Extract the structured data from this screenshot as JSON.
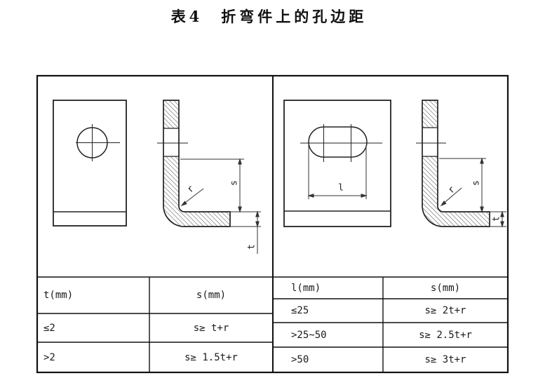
{
  "title": "表4　折弯件上的孔边距",
  "left_panel": {
    "dims": {
      "s": "s",
      "r": "r",
      "t": "t"
    },
    "table": {
      "col1_header": "t(mm)",
      "col2_header": "s(mm)",
      "rows": [
        {
          "c1": "≤2",
          "c2": "s≥ t+r"
        },
        {
          "c1": ">2",
          "c2": "s≥ 1.5t+r"
        }
      ]
    }
  },
  "right_panel": {
    "dims": {
      "l": "l",
      "s": "s",
      "r": "r",
      "t": "t"
    },
    "table": {
      "col1_header": "l(mm)",
      "col2_header": "s(mm)",
      "rows": [
        {
          "c1": "≤25",
          "c2": "s≥ 2t+r"
        },
        {
          "c1": ">25~50",
          "c2": "s≥ 2.5t+r"
        },
        {
          "c1": ">50",
          "c2": "s≥ 3t+r"
        }
      ]
    }
  }
}
